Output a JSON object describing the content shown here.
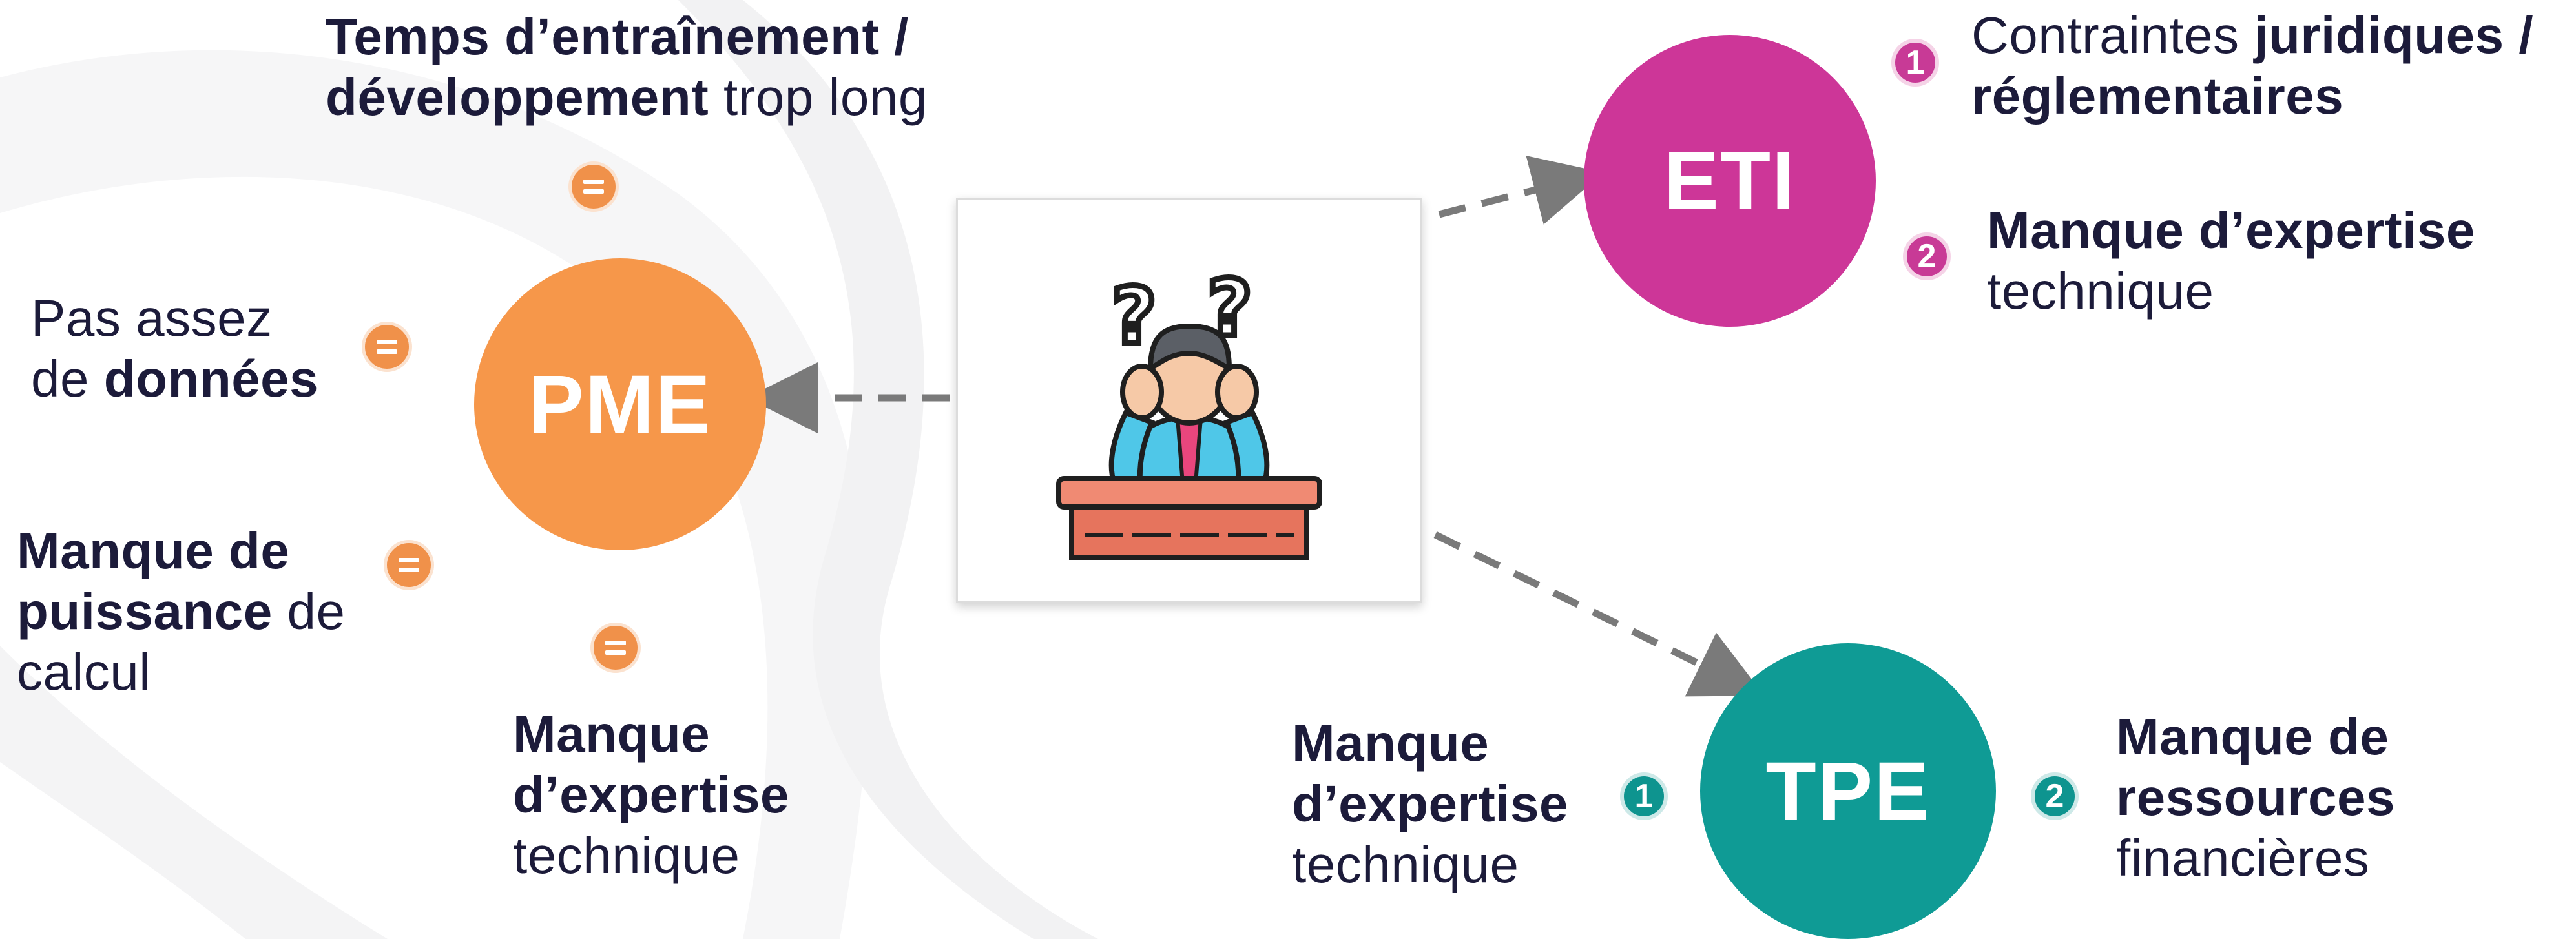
{
  "colors": {
    "pme": "#f6974a",
    "eti": "#cd3698",
    "tpe": "#0f9b95",
    "text": "#1c1b3a",
    "arrow": "#7a7a7a"
  },
  "center": {
    "icon": "confused-person-at-desk-icon"
  },
  "pme": {
    "label": "PME",
    "items": {
      "temps": {
        "bold1": "Temps d’entraînement /",
        "bold2": "développement",
        "normal": " trop long"
      },
      "donnees": {
        "normal1": "Pas assez",
        "normal2": "de ",
        "bold": "données"
      },
      "puissance": {
        "bold1": "Manque de",
        "bold2": "puissance",
        "normal2": " de",
        "normal3": "calcul"
      },
      "expertise": {
        "bold1": "Manque",
        "bold2": "d’expertise",
        "normal": "technique"
      }
    }
  },
  "eti": {
    "label": "ETI",
    "items": [
      {
        "rank": "1",
        "normal": "Contraintes ",
        "bold1": "juridiques /",
        "bold2": "réglementaires"
      },
      {
        "rank": "2",
        "bold": "Manque d’expertise",
        "normal": "technique"
      }
    ]
  },
  "tpe": {
    "label": "TPE",
    "items": [
      {
        "rank": "1",
        "bold1": "Manque",
        "bold2": "d’expertise",
        "normal": "technique"
      },
      {
        "rank": "2",
        "bold1": "Manque de",
        "bold2": "ressources",
        "normal": "financières"
      }
    ]
  }
}
